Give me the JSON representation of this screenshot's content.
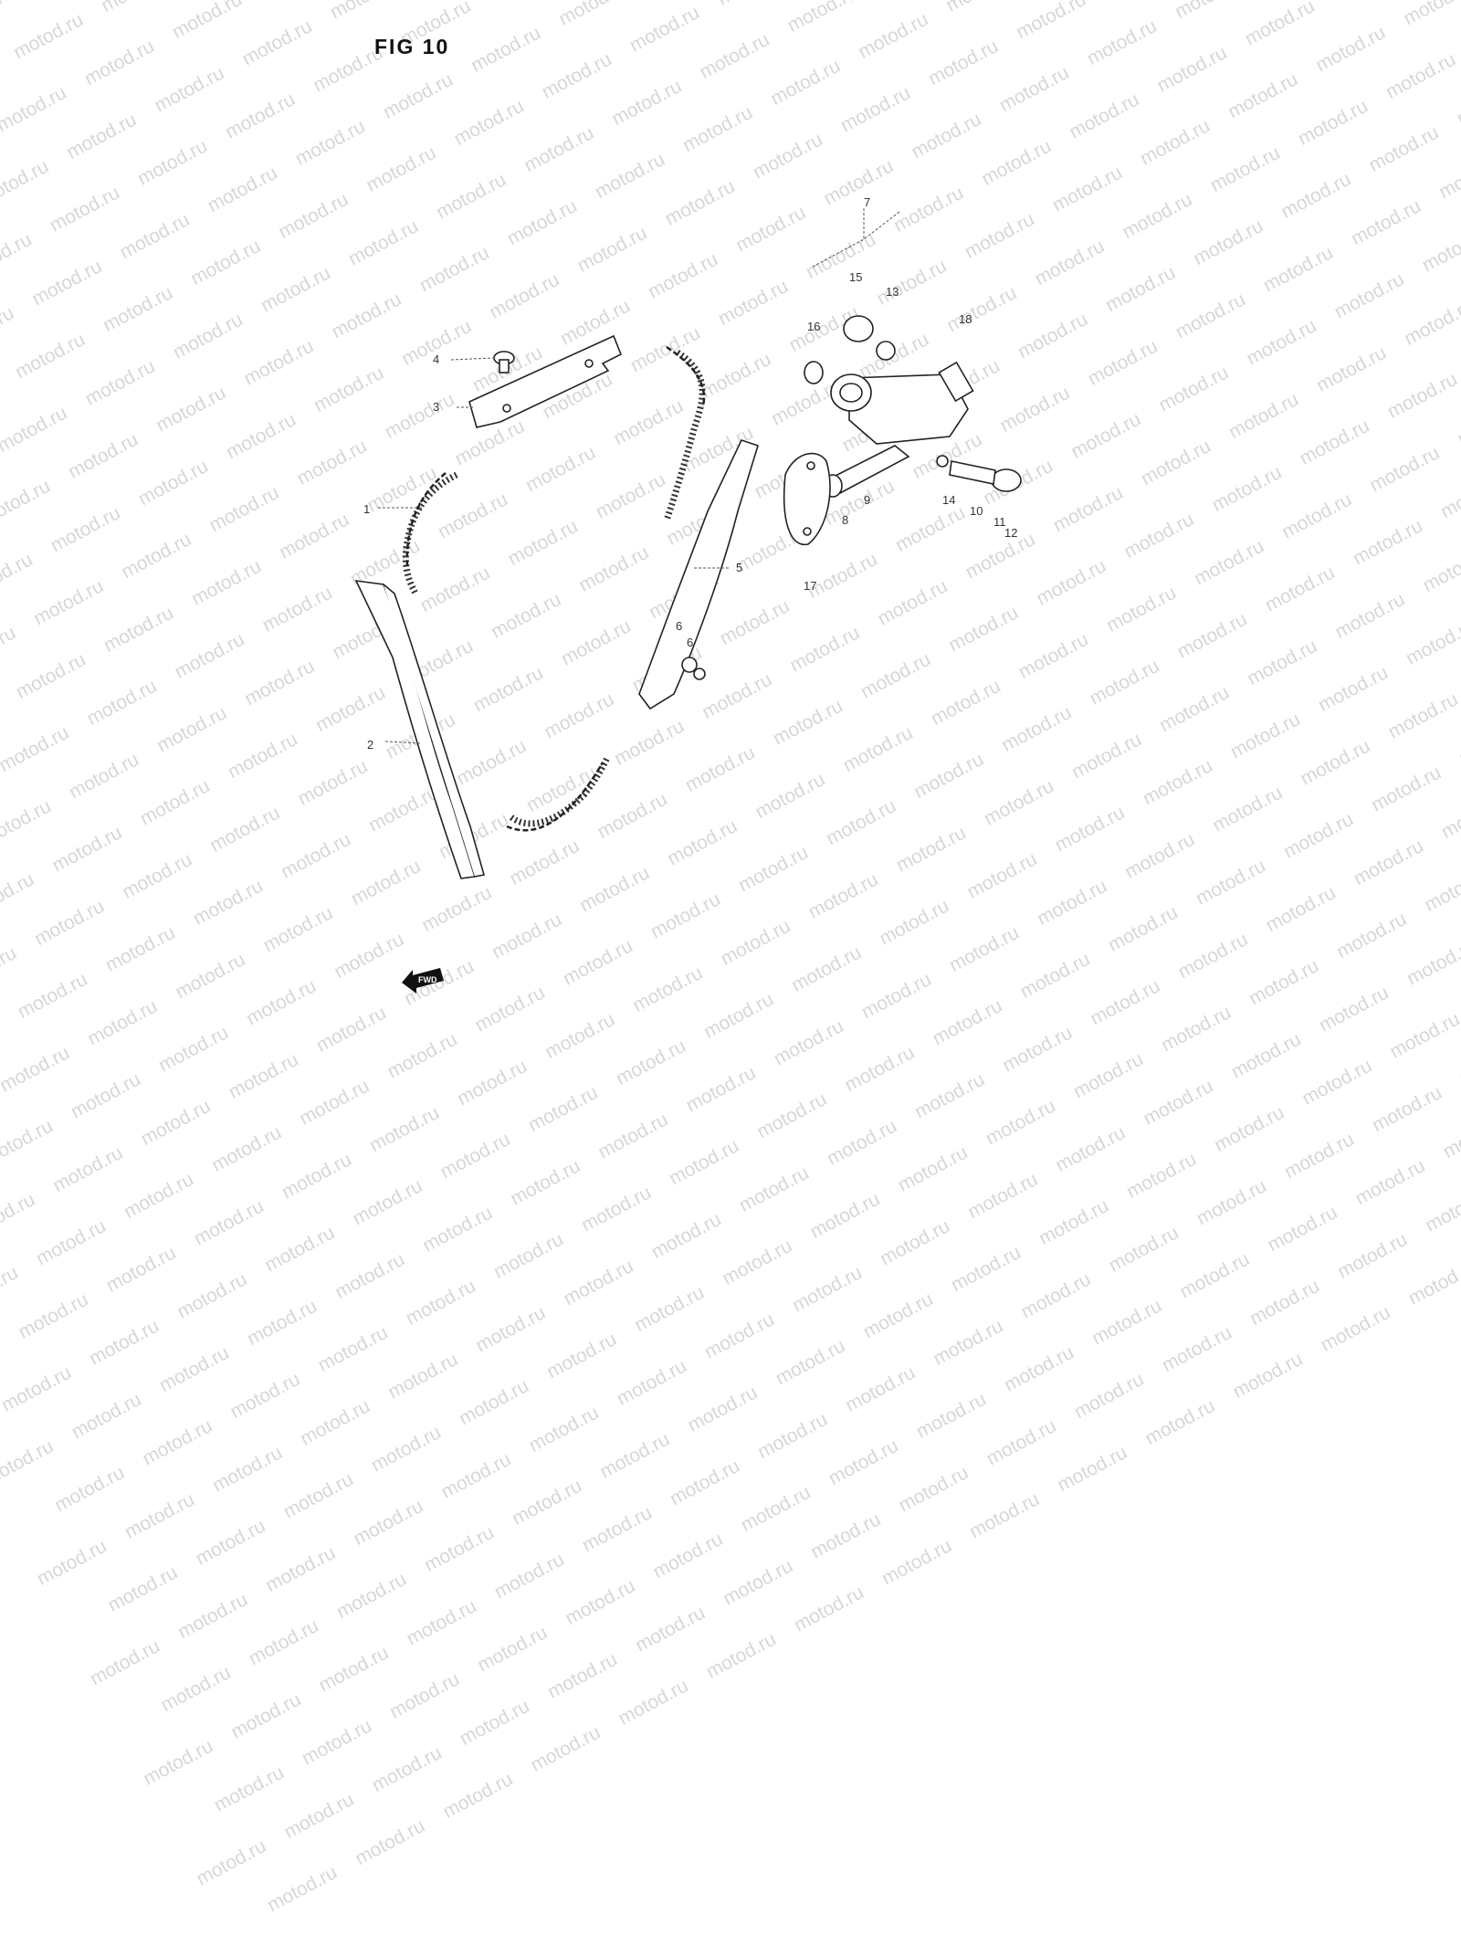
{
  "figure": {
    "title": "FIG 10",
    "watermark_text": "motod.ru",
    "fwd_label": "FWD"
  },
  "callouts": [
    "1",
    "2",
    "3",
    "4",
    "5",
    "6",
    "6",
    "7",
    "8",
    "9",
    "10",
    "11",
    "12",
    "13",
    "14",
    "15",
    "16",
    "17",
    "18"
  ],
  "parts_icons": {
    "cam_chain": "chain-icon",
    "guide": "guide-rail-icon",
    "tensioner": "tensioner-icon",
    "bolt": "bolt-icon"
  }
}
